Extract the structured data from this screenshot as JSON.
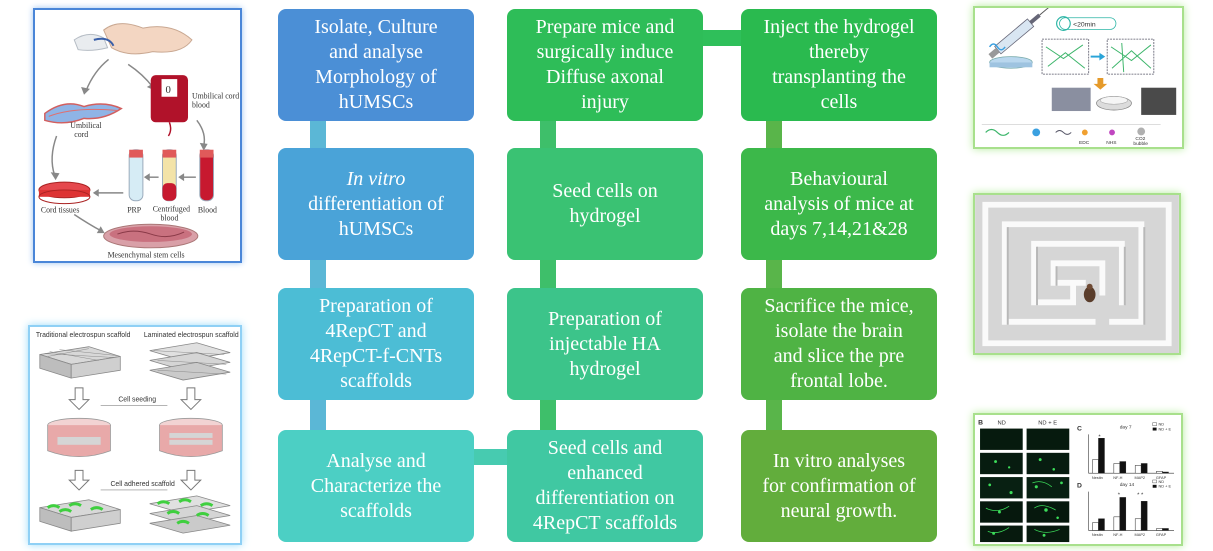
{
  "steps": {
    "col1": [
      {
        "lines": [
          "Isolate, Culture",
          "and analyse",
          "Morphology of",
          "hUMSCs"
        ]
      },
      {
        "italic": "In vitro",
        "lines": [
          "differentiation of",
          "hUMSCs"
        ]
      },
      {
        "lines": [
          "Preparation of",
          "4RepCT and",
          "4RepCT-f-CNTs",
          "scaffolds"
        ]
      },
      {
        "lines": [
          "Analyse and",
          "Characterize the",
          "scaffolds"
        ]
      }
    ],
    "col2": [
      {
        "lines": [
          "Prepare mice and",
          "surgically induce",
          "Diffuse axonal",
          "injury"
        ]
      },
      {
        "lines": [
          "Seed cells on",
          "hydrogel"
        ]
      },
      {
        "lines": [
          "Preparation of",
          "injectable HA",
          "hydrogel"
        ]
      },
      {
        "lines": [
          "Seed cells and",
          "enhanced",
          "differentiation on",
          "4RepCT scaffolds"
        ]
      }
    ],
    "col3": [
      {
        "lines": [
          "Inject the hydrogel",
          "thereby",
          "transplanting the",
          "cells"
        ]
      },
      {
        "lines": [
          "Behavioural",
          "analysis of mice at",
          "days 7,14,21&28"
        ]
      },
      {
        "lines": [
          "Sacrifice the mice,",
          "isolate the brain",
          "and slice the pre",
          "frontal lobe."
        ]
      },
      {
        "lines": [
          "In vitro analyses",
          "for confirmation of",
          "neural growth."
        ]
      }
    ]
  },
  "panels": {
    "cord": {
      "labels": {
        "umbilical_cord": [
          "Umbilical",
          "cord"
        ],
        "cord_blood": [
          "Umbilical cord",
          "blood"
        ],
        "bag_value": "0",
        "prp": "PRP",
        "centrifuged": [
          "Centrifuged",
          "blood"
        ],
        "blood": "Blood",
        "cord_tissues": "Cord tissues",
        "msc": "Mesenchymal stem cells"
      }
    },
    "scaffold": {
      "labels": {
        "traditional": "Traditional electrospun scaffold",
        "laminated": "Laminated electrospun scaffold",
        "seeding": "Cell seeding",
        "adhered": "Cell adhered scaffold"
      }
    },
    "hydrogel": {
      "labels": {
        "timer": "<20min",
        "edc": "EDC",
        "nhs": "NHS",
        "co2": [
          "CO2",
          "bubble"
        ]
      }
    },
    "results": {
      "labels": {
        "b": "B",
        "nd": "ND",
        "nde": "ND + E",
        "c": "C",
        "d": "D",
        "day7": "day 7",
        "day14": "day 14",
        "legend_nd": "ND",
        "legend_nde": "ND + E",
        "cat1": "Nestin",
        "cat2": "NF-H",
        "cat3": "MAP2",
        "cat4": "GFAP",
        "star": "*",
        "star2": "* *"
      }
    }
  },
  "chart_data": [
    {
      "type": "bar",
      "title": "day 7",
      "categories": [
        "Nestin",
        "NF-H",
        "MAP2",
        "GFAP"
      ],
      "series": [
        {
          "name": "ND",
          "values": [
            0.35,
            0.25,
            0.2,
            0.05
          ]
        },
        {
          "name": "ND + E",
          "values": [
            0.9,
            0.3,
            0.25,
            0.03
          ]
        }
      ]
    },
    {
      "type": "bar",
      "title": "day 14",
      "categories": [
        "Nestin",
        "NF-H",
        "MAP2",
        "GFAP"
      ],
      "series": [
        {
          "name": "ND",
          "values": [
            0.2,
            0.35,
            0.3,
            0.05
          ]
        },
        {
          "name": "ND + E",
          "values": [
            0.3,
            0.85,
            0.75,
            0.05
          ]
        }
      ]
    }
  ]
}
